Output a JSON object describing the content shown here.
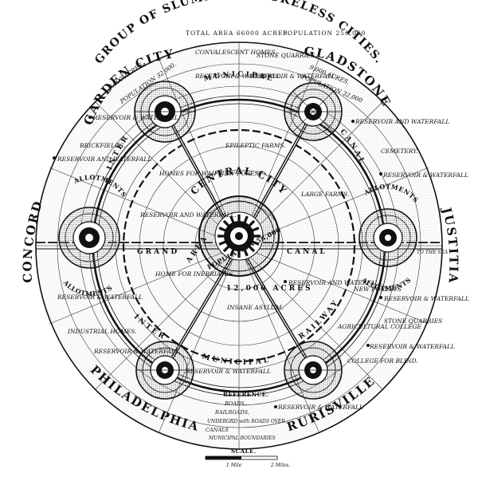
{
  "title": {
    "main": "GROUP OF SLUMLESS SMOKELESS CITIES.",
    "area": "TOTAL AREA 66000 ACRES.",
    "population": "POPULATION 250,000"
  },
  "towns": {
    "garden_city": "GARDEN CITY",
    "garden_city_acres": "9,000 ACRES.",
    "garden_city_pop": "POPULATION 32,000.",
    "gladstone": "GLADSTONE",
    "gladstone_acres": "9,000 ACRES.",
    "gladstone_pop": "POPULATION 32,000",
    "concord": "CONCORD",
    "justitia": "JUSTITIA",
    "philadelphia": "PHILADELPHIA",
    "rurisville": "RURISVILLE"
  },
  "central_city": {
    "name": "CENTRAL CITY",
    "population": "POPULATION 58,000",
    "area": "AREA",
    "acres": "12,000 ACRES"
  },
  "ring_labels": {
    "inter_top": "INTER",
    "municipal_top": "MUNICIPAL",
    "canal_top": "CANAL",
    "inter_bottom": "INTER",
    "municipal_bottom": "MUNICIPAL",
    "railway": "RAILWAY",
    "grand_left": "GRAND",
    "canal_right": "CANAL",
    "allotments_ul": "ALLOTMENTS",
    "allotments_ll": "ALLOTMENTS",
    "allotments_ur": "ALLOTMENTS",
    "allotments_lr": "ALLOTMENTS"
  },
  "features": {
    "convalescent_homes": "CONVALESCENT HOMES.",
    "reservoir_waterfall_1": "RESERVOIR & WATERFALL.",
    "stone_quarries_1": "STONE QUARRIES",
    "reservoir_waterfall_2": "RESERVOIR & WATERFALL.",
    "reservoir_waterfall_3": "RESERVOIR & WATERFALL",
    "reservoir_waterfall_4": "RESERVOIR AND WATERFALL",
    "brickfields": "BRICKFIELDS.",
    "reservoir_waterfall_5": "RESERVOIR AND WATERFALL",
    "epileptic_farms": "EPILEPTIC FARMS.",
    "cemetery": "CEMETERY.",
    "homes_for_waifs": "HOMES FOR WAIFS.",
    "new_forest": "NEW FOREST",
    "reservoir_waterfall_6": "RESERVOIR & WATERFALL",
    "large_farms": "LARGE FARMS.",
    "reservoir_waterfall_7": "RESERVOIR AND WATERFALL.",
    "to_the_sea": "TO THE SEA",
    "home_for_inebriates": "HOME FOR INEBRIATES.",
    "reservoir_waterfall_8": "RESERVOIR AND WATERFALL",
    "new_forests": "NEW FORESTS",
    "reservoir_waterfall_9": "RESERVOIR & WATERFALL",
    "reservoir_waterfall_10": "RESERVOIR & WATERFALL",
    "insane_asylum": "INSANE ASYLUM.",
    "agricultural_college": "AGRICULTURAL COLLEGE",
    "stone_quarries_2": "STONE QUARRIES",
    "industrial_homes": "INDUSTRIAL HOMES.",
    "reservoir_waterfall_11": "RESERVOIR & WATERFALL",
    "reservoir_waterfall_12": "RESERVOIR & WATERFALL",
    "reservoir_waterfall_13": "RESERVOIR & WATERFALL",
    "college_for_blind": "COLLEGE FOR BLIND.",
    "reservoir_waterfall_14": "RESERVOIR & WATERFALL"
  },
  "reference": {
    "heading": "REFERENCE.",
    "roads": "ROADS.",
    "railroads": "RAILROADS,",
    "underground": "UNDERGRD with ROADS OVER",
    "canals": "CANALS",
    "municipal_boundaries": "MUNICIPAL BOUNDARIES"
  },
  "scale": {
    "heading": "SCALE.",
    "one_mile": "1 Mile",
    "two_miles": "2 Miles."
  },
  "colors": {
    "ink": "#111111",
    "paper": "#ffffff",
    "stipple": "#8a8a8a"
  }
}
